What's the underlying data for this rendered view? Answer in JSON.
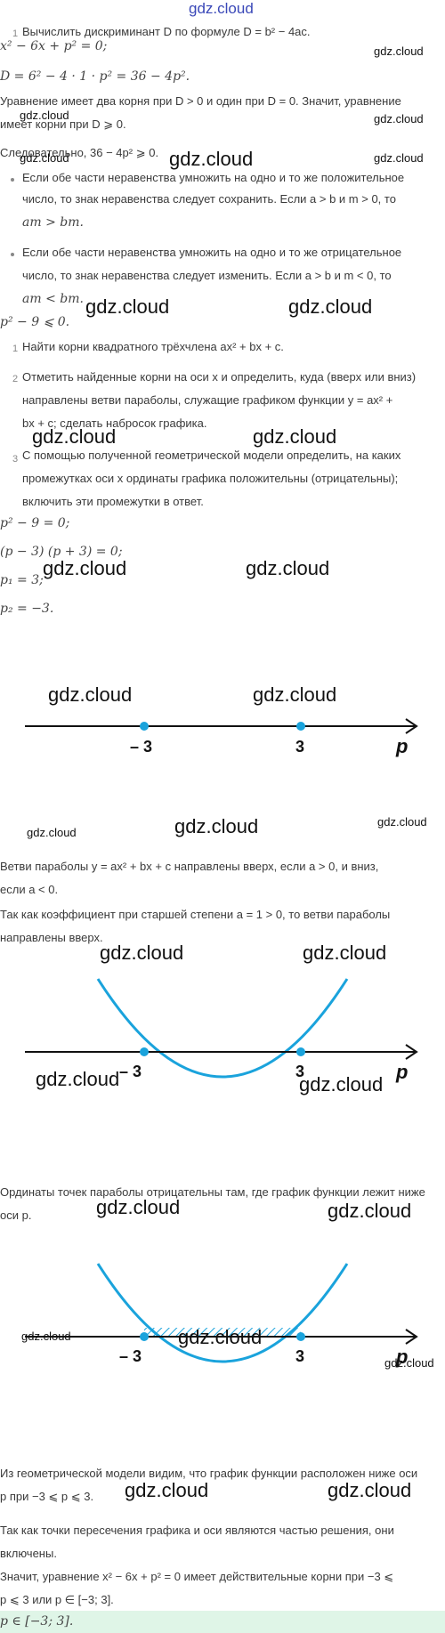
{
  "watermark": "gdz.cloud",
  "lines": {
    "l1": "Вычислить дискриминант D по формуле D = b² − 4ac.",
    "l2": "x² − 6x + p² = 0;",
    "l3": "D = 6² − 4 · 1 · p² = 36 − 4p².",
    "l4a": "Уравнение имеет два корня при D > 0 и один при D = 0. Значит, уравнение",
    "l4b": "имеет корни при D ⩾ 0.",
    "l5": "Следовательно, 36 − 4p² ⩾ 0.",
    "b1a": "Если обе части неравенства умножить на одно и то же положительное",
    "b1b": "число, то знак неравенства следует сохранить. Если a > b и m > 0, то",
    "b1c": "am > bm.",
    "b2a": "Если обе части неравенства умножить на одно и то же отрицательное",
    "b2b": "число, то знак неравенства следует изменить. Если a > b и m < 0, то",
    "b2c": "am < bm.",
    "l6": "p² − 9 ⩽ 0.",
    "s1": "Найти корни квадратного трёхчлена ax² + bx + c.",
    "s2a": "Отметить найденные корни на оси x и определить, куда (вверх или вниз)",
    "s2b": "направлены ветви параболы, служащие графиком функции y = ax² +",
    "s2c": "bx + c; сделать набросок графика.",
    "s3a": "С помощью полученной геометрической модели определить, на каких",
    "s3b": "промежутках оси x ординаты графика положительны (отрицательны);",
    "s3c": "включить эти промежутки в ответ.",
    "e1": "p² − 9 = 0;",
    "e2": "(p − 3) (p + 3) = 0;",
    "e3": "p₁ = 3;",
    "e4": "p₂ = −3.",
    "p1a": "Ветви параболы y = ax² + bx + c направлены вверх, если a > 0, и вниз,",
    "p1b": "если a < 0.",
    "p2a": "Так как коэффициент при старшей степени a = 1 > 0, то ветви параболы",
    "p2b": "направлены вверх.",
    "p3a": "Ординаты точек параболы отрицательны там, где график функции лежит ниже",
    "p3b": "оси p.",
    "p4a": "Из геометрической модели видим, что график функции расположен ниже оси",
    "p4b": "p при −3 ⩽ p ⩽ 3.",
    "p5a": "Так как точки пересечения графика и оси являются частью решения, они",
    "p5b": "включены.",
    "p6a": "Значит, уравнение x² − 6x + p² = 0 имеет действительные корни при −3 ⩽",
    "p6b": "p ⩽ 3 или p ∈ [−3; 3].",
    "answer": "p ∈ [−3; 3]."
  },
  "step_numbers": [
    "1",
    "1",
    "2",
    "3"
  ],
  "graph": {
    "axis_label": "p",
    "left_root_label": "– 3",
    "right_root_label": "3",
    "roots": [
      -3,
      3
    ],
    "accent_color": "#1aa3dc"
  }
}
